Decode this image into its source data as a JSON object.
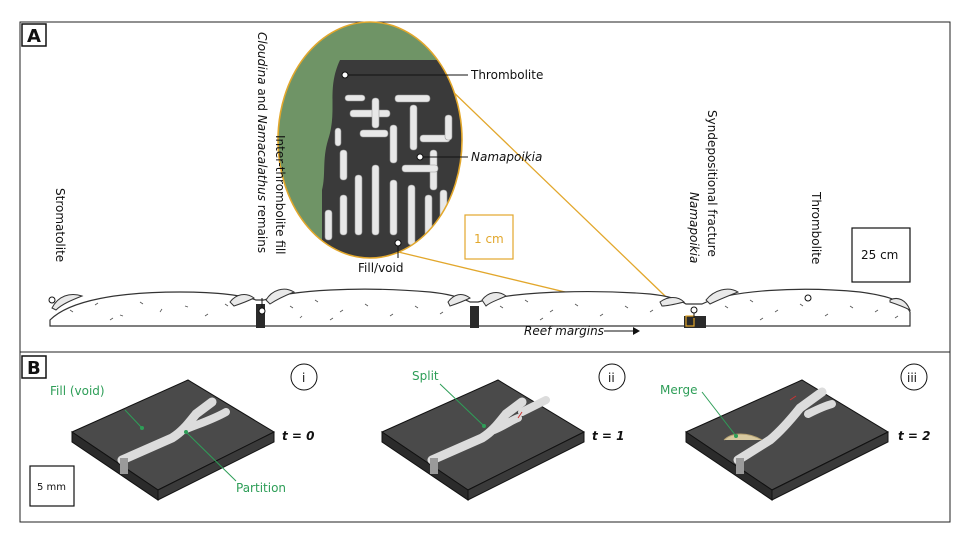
{
  "panels": {
    "a": {
      "letter": "A",
      "labels": {
        "stromatolite": "Stromatolite",
        "inter_fill_line1": "Inter-thrombolite fill",
        "inter_fill_line2_a": "Cloudina",
        "inter_fill_line2_b": " and ",
        "inter_fill_line2_c": "Namacalathus",
        "inter_fill_line2_d": " remains",
        "thrombolite_top": "Thrombolite",
        "namapoikia_zoom": "Namapoikia",
        "fill_void": "Fill/void",
        "scale_zoom": "1 cm",
        "syndep_line1": "Syndepositional fracture",
        "syndep_line2": "Namapoikia",
        "thrombolite_right": "Thrombolite",
        "scale_main": "25 cm",
        "reef_margins": "Reef margins"
      }
    },
    "b": {
      "letter": "B",
      "scale": "5 mm",
      "blocks": [
        {
          "numeral": "i",
          "time": "t = 0",
          "annot1": "Fill (void)",
          "annot2": "Partition"
        },
        {
          "numeral": "ii",
          "time": "t = 1",
          "annot1": "Split"
        },
        {
          "numeral": "iii",
          "time": "t = 2",
          "annot1": "Merge"
        }
      ]
    }
  },
  "colors": {
    "annotation_green": "#2e9e58",
    "zoom_orange": "#e2a72c",
    "zoom_fill": "#6f9466",
    "block_top": "#4a4a4a",
    "block_side": "#2b2b2b"
  }
}
